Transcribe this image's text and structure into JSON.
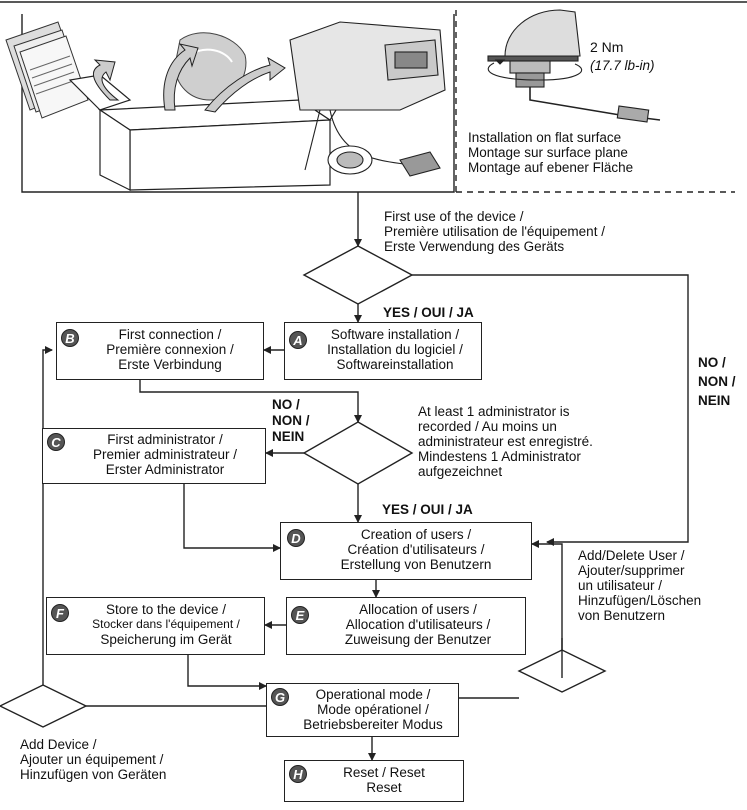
{
  "torque": {
    "value": "2 Nm",
    "alt": "(17.7 lb-in)"
  },
  "flat_surface": [
    "Installation on flat surface",
    "Montage sur surface plane",
    "Montage auf ebener Fläche"
  ],
  "first_use": [
    "First use of the device /",
    "Première utilisation de l'équipement /",
    "Erste Verwendung des Geräts"
  ],
  "yes_label": "YES / OUI / JA",
  "no_right": [
    "NO /",
    "NON /",
    "NEIN"
  ],
  "no_left": [
    "NO /",
    "NON /",
    "NEIN"
  ],
  "admin_condition": [
    "At least 1 administrator is",
    "recorded / Au moins un",
    "administrateur est enregistré.",
    "Mindestens 1 Administrator",
    "aufgezeichnet"
  ],
  "boxes": {
    "A": {
      "letter": "A",
      "lines": [
        "Software installation /",
        "Installation du logiciel /",
        "Softwareinstallation"
      ]
    },
    "B": {
      "letter": "B",
      "lines": [
        "First connection /",
        "Première connexion /",
        "Erste Verbindung"
      ]
    },
    "C": {
      "letter": "C",
      "lines": [
        "First administrator /",
        "Premier administrateur /",
        "Erster Administrator"
      ]
    },
    "D": {
      "letter": "D",
      "lines": [
        "Creation of users /",
        "Création d'utilisateurs /",
        "Erstellung von Benutzern"
      ]
    },
    "E": {
      "letter": "E",
      "lines": [
        "Allocation of users /",
        "Allocation d'utilisateurs /",
        "Zuweisung der Benutzer"
      ]
    },
    "F": {
      "letter": "F",
      "lines": [
        "Store to the device /",
        "Stocker dans l'équipement /",
        "Speicherung im Gerät"
      ]
    },
    "G": {
      "letter": "G",
      "lines": [
        "Operational mode /",
        "Mode opérationel /",
        "Betriebsbereiter Modus"
      ]
    },
    "H": {
      "letter": "H",
      "lines": [
        "Reset / Reset",
        "Reset"
      ]
    }
  },
  "add_delete_user": [
    "Add/Delete User /",
    "Ajouter/supprimer",
    "un utilisateur /",
    "Hinzufügen/Löschen",
    "von Benutzern"
  ],
  "add_device": [
    "Add Device /",
    "Ajouter un équipement /",
    "Hinzufügen von Geräten"
  ]
}
